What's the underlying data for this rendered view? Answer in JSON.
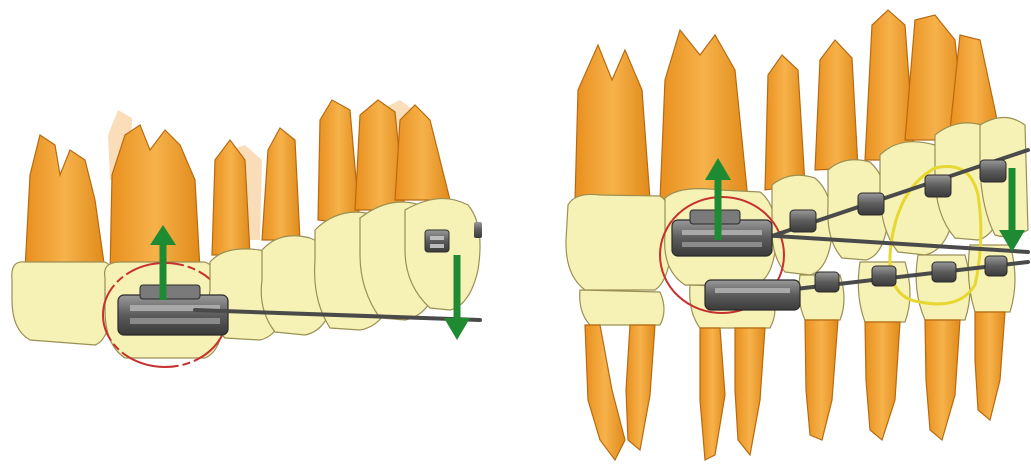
{
  "figure": {
    "panels": [
      {
        "id": "left-panel",
        "view": "upper-arch-lateral",
        "arrows": [
          "up",
          "down"
        ]
      },
      {
        "id": "right-panel",
        "view": "upper-and-lower-arch-lateral",
        "arrows": [
          "up",
          "down"
        ]
      }
    ],
    "colors": {
      "root": "#f0a030",
      "root-outline": "#b86a10",
      "crown": "#f6f1b4",
      "crown-outline": "#9a9055",
      "bracket": "#6e6e6e",
      "wire": "#4a4a4a",
      "arrow": "#1e8a32",
      "circle": "#c83030",
      "elastic": "#e6d830"
    },
    "icons": [
      "molar-tube-icon",
      "bracket-icon",
      "arrow-up-icon",
      "arrow-down-icon"
    ]
  }
}
